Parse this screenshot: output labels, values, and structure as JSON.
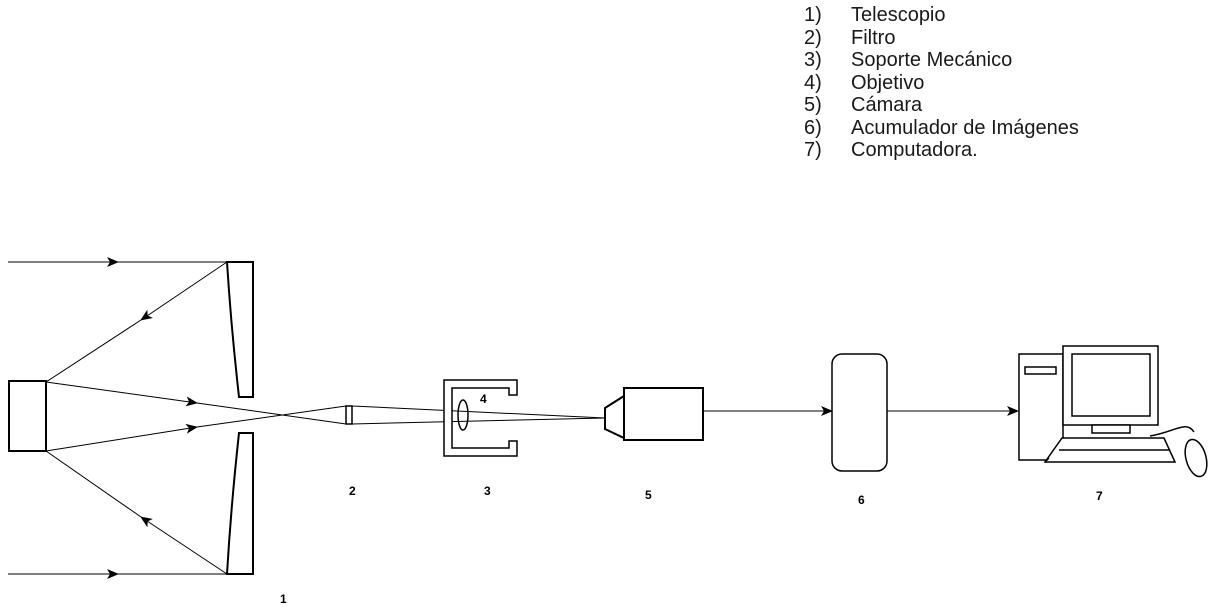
{
  "legend": {
    "items": [
      {
        "num": "1)",
        "text": "Telescopio"
      },
      {
        "num": "2)",
        "text": "Filtro"
      },
      {
        "num": "3)",
        "text": "Soporte Mecánico"
      },
      {
        "num": "4)",
        "text": "Objetivo"
      },
      {
        "num": "5)",
        "text": "Cámara"
      },
      {
        "num": "6)",
        "text": "Acumulador de Imágenes"
      },
      {
        "num": "7)",
        "text": "Computadora."
      }
    ]
  },
  "labels": {
    "telescope": "1",
    "filter": "2",
    "mount": "3",
    "objective": "4",
    "camera": "5",
    "accumulator": "6",
    "computer": "7"
  }
}
